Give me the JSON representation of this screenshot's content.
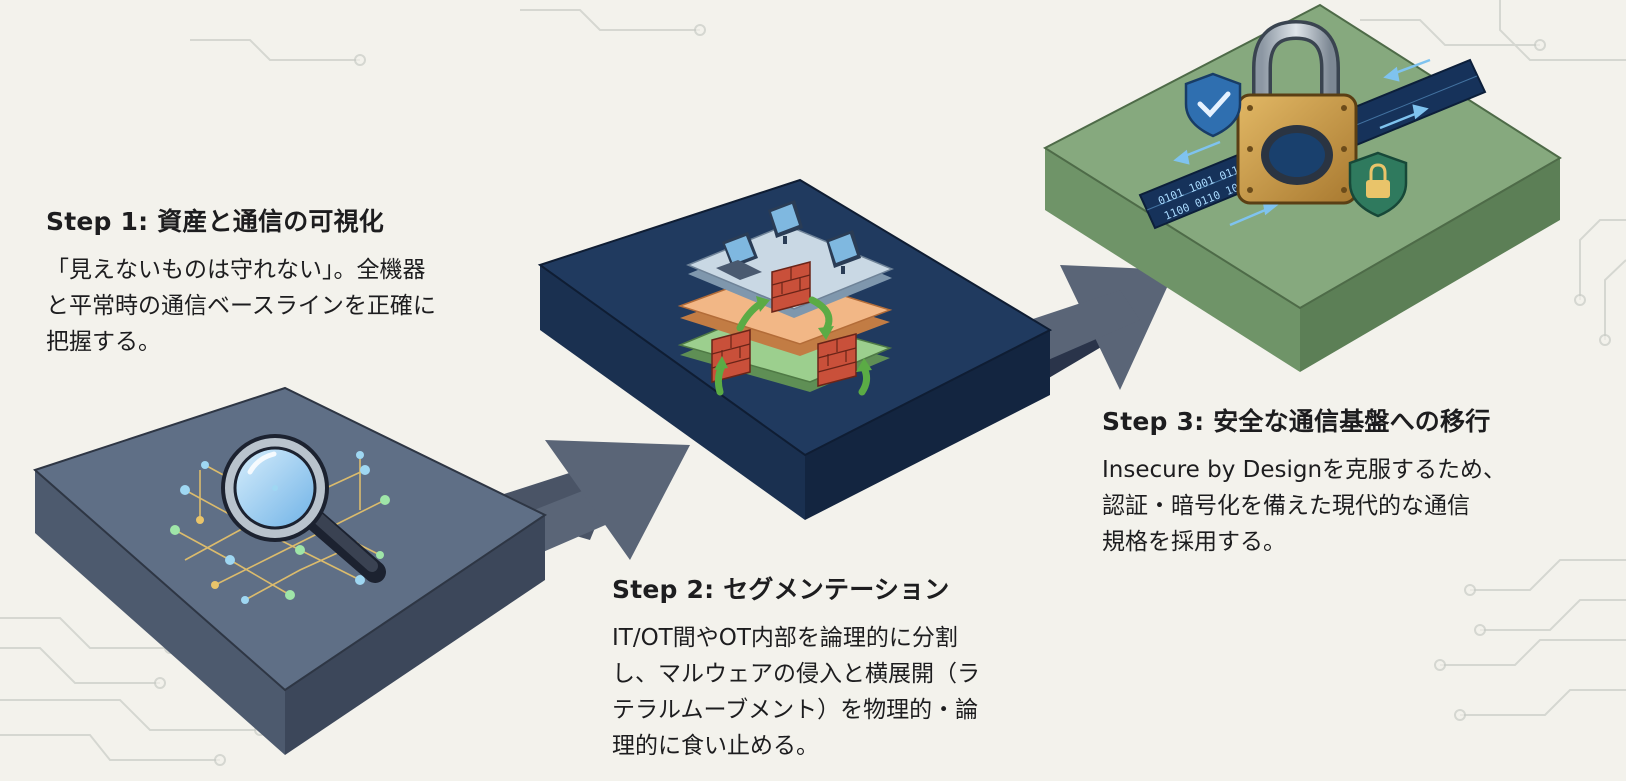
{
  "steps": [
    {
      "title": "Step 1: 資産と通信の可視化",
      "body": [
        "「見えないものは守れない」。全機器",
        "と平常時の通信ベースラインを正確に",
        "把握する。"
      ]
    },
    {
      "title": "Step 2: セグメンテーション",
      "body": [
        "IT/OT間やOT内部を論理的に分割",
        "し、マルウェアの侵入と横展開（ラ",
        "テラルムーブメント）を物理的・論",
        "理的に食い止める。"
      ]
    },
    {
      "title": "Step 3: 安全な通信基盤への移行",
      "body": [
        "Insecure by Designを克服するため、",
        "認証・暗号化を備えた現代的な通信",
        "規格を採用する。"
      ]
    }
  ],
  "binary_text": [
    "0101 1001 0110 1010 0011 1101",
    "1100 0110 1001 0101 1010 0110"
  ],
  "colors": {
    "background": "#f3f2ec",
    "step1_block": "#5f6f86",
    "step2_block": "#203a5f",
    "step3_block": "#86a97e",
    "arrow": "#5a6577",
    "firewall": "#c9503a",
    "green_arrow": "#5bab45"
  },
  "icons": [
    "magnifier-icon",
    "network-nodes-icon",
    "laptop-icon",
    "monitor-icon",
    "firewall-icon",
    "padlock-icon",
    "shield-check-icon",
    "shield-lock-icon"
  ]
}
